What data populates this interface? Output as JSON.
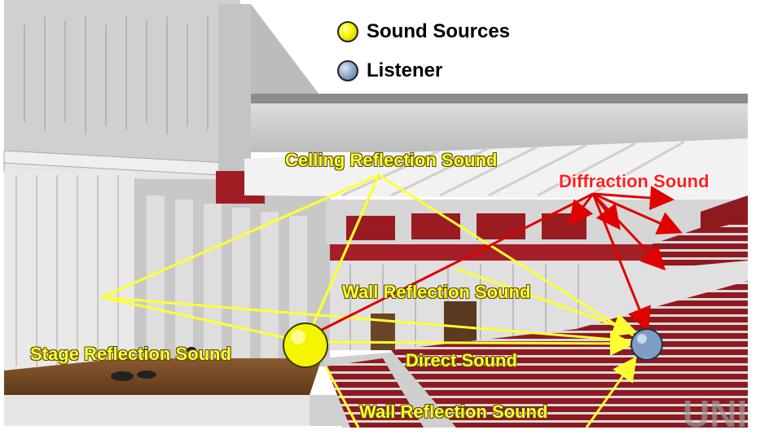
{
  "legend": {
    "sources": "Sound Sources",
    "listener": "Listener"
  },
  "labels": {
    "ceiling": "Celling Reflection Sound",
    "diffraction": "Diffraction Sound",
    "wall_upper": "Wall Reflection Sound",
    "stage": "Stage Reflection Sound",
    "direct": "Direct Sound",
    "wall_lower": "Wall Reflection Sound"
  },
  "watermark": "UNI",
  "colors": {
    "ray_yellow": "#ffff33",
    "ray_red": "#e00000",
    "seat_red": "#9b1b22",
    "stage_wood": "#7a4a25"
  }
}
